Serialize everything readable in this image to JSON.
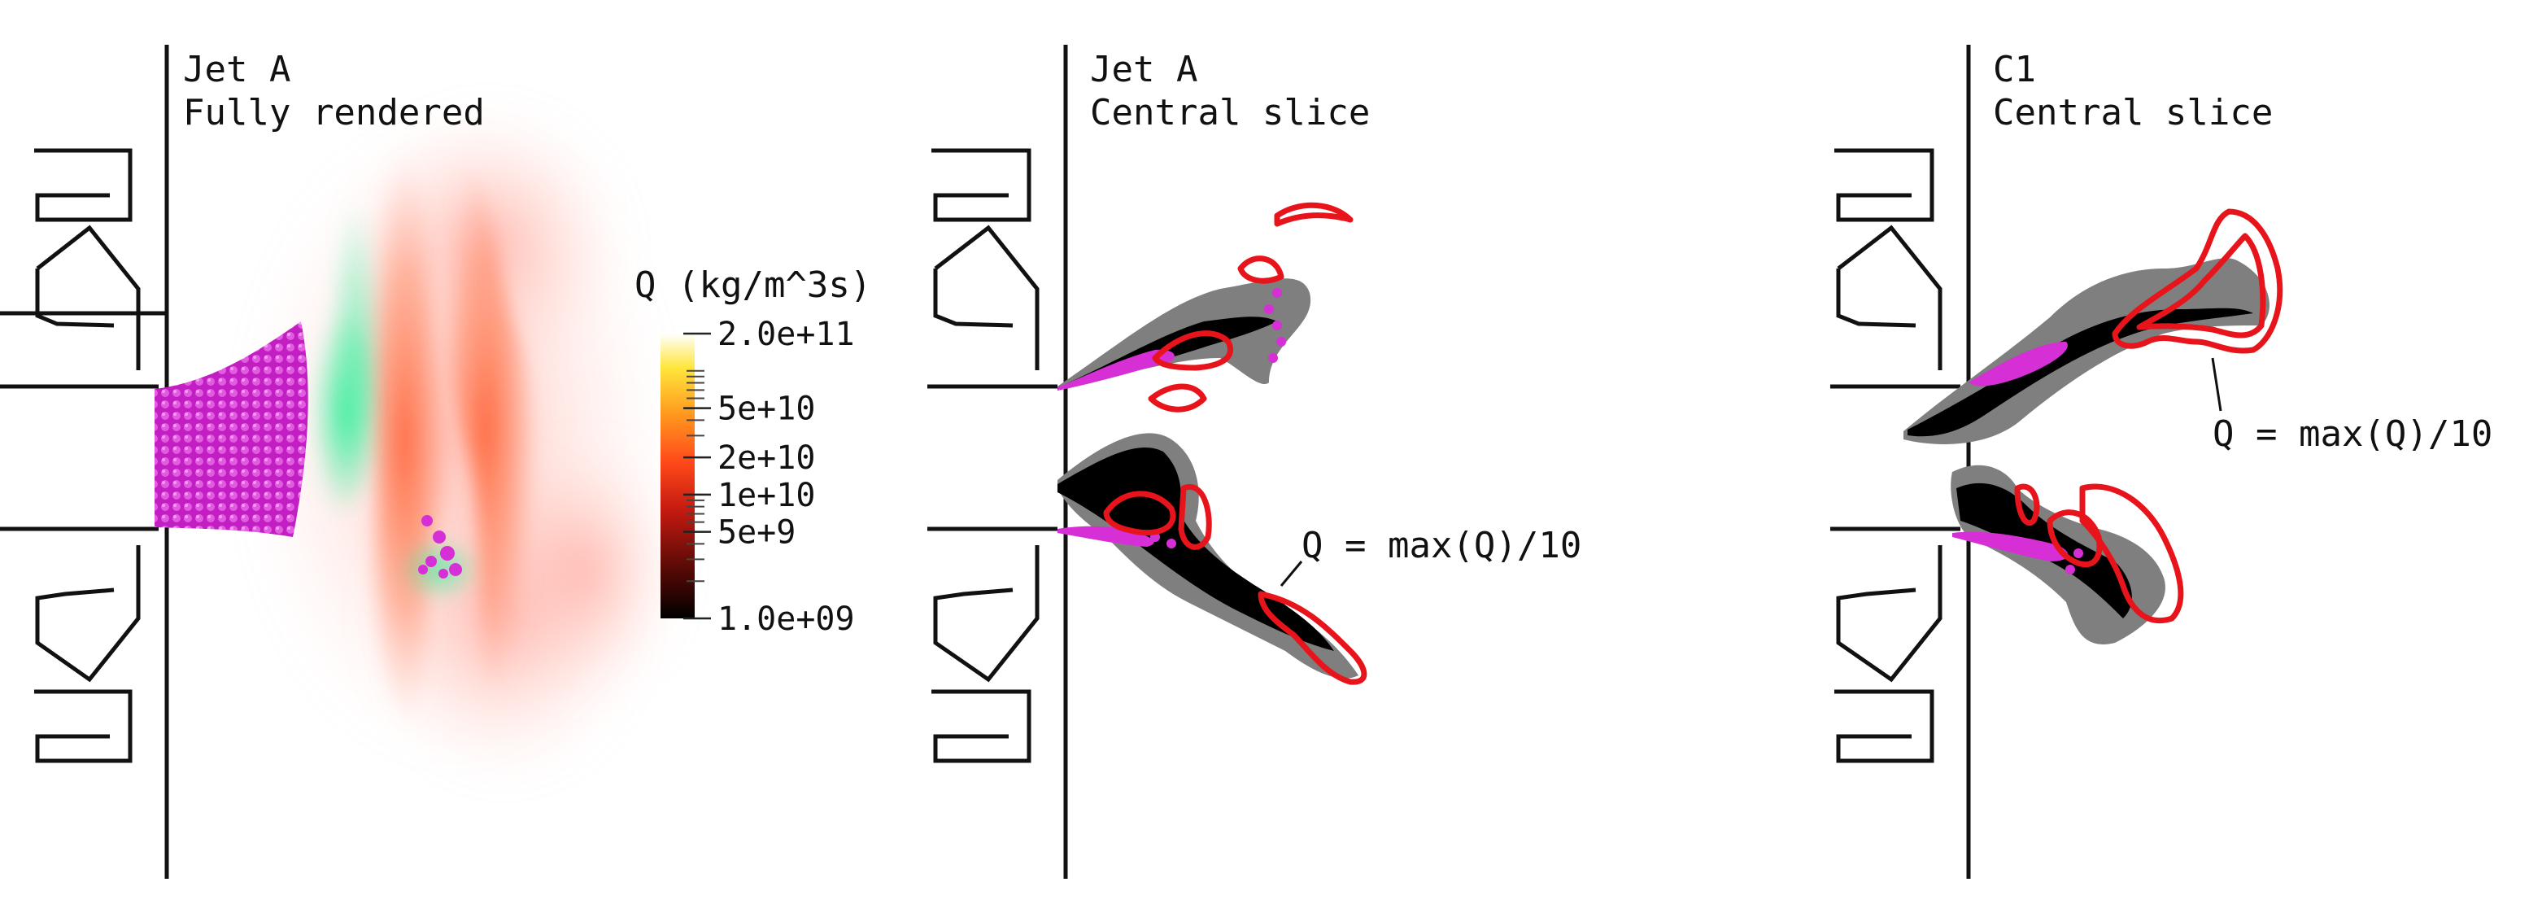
{
  "panels": [
    {
      "title_line1": "Jet A",
      "title_line2": "Fully rendered"
    },
    {
      "title_line1": "Jet A",
      "title_line2": "Central slice",
      "contour_label": "Q = max(Q)/10"
    },
    {
      "title_line1": "C1",
      "title_line2": "Central slice",
      "contour_label": "Q = max(Q)/10"
    }
  ],
  "colorbar": {
    "title": "Q (kg/m^3s)",
    "ticks": [
      "2.0e+11",
      "5e+10",
      "2e+10",
      "1e+10",
      "5e+9",
      "1.0e+09"
    ],
    "tick_values": [
      200000000000.0,
      50000000000.0,
      20000000000.0,
      10000000000.0,
      5000000000.0,
      1000000000.0
    ],
    "range": [
      1000000000.0,
      200000000000.0
    ],
    "scale": "log",
    "colors": [
      "#000000",
      "#5a0a06",
      "#c41a10",
      "#ff4a1a",
      "#ff9a1e",
      "#ffe63c",
      "#ffffff"
    ]
  },
  "colors": {
    "contour": "#e8141b",
    "droplets": "#d62fd6",
    "vapor_green": "#3cf0a0",
    "slice_gray": "#7f7f7f",
    "slice_black": "#000000",
    "geometry": "#111111"
  }
}
